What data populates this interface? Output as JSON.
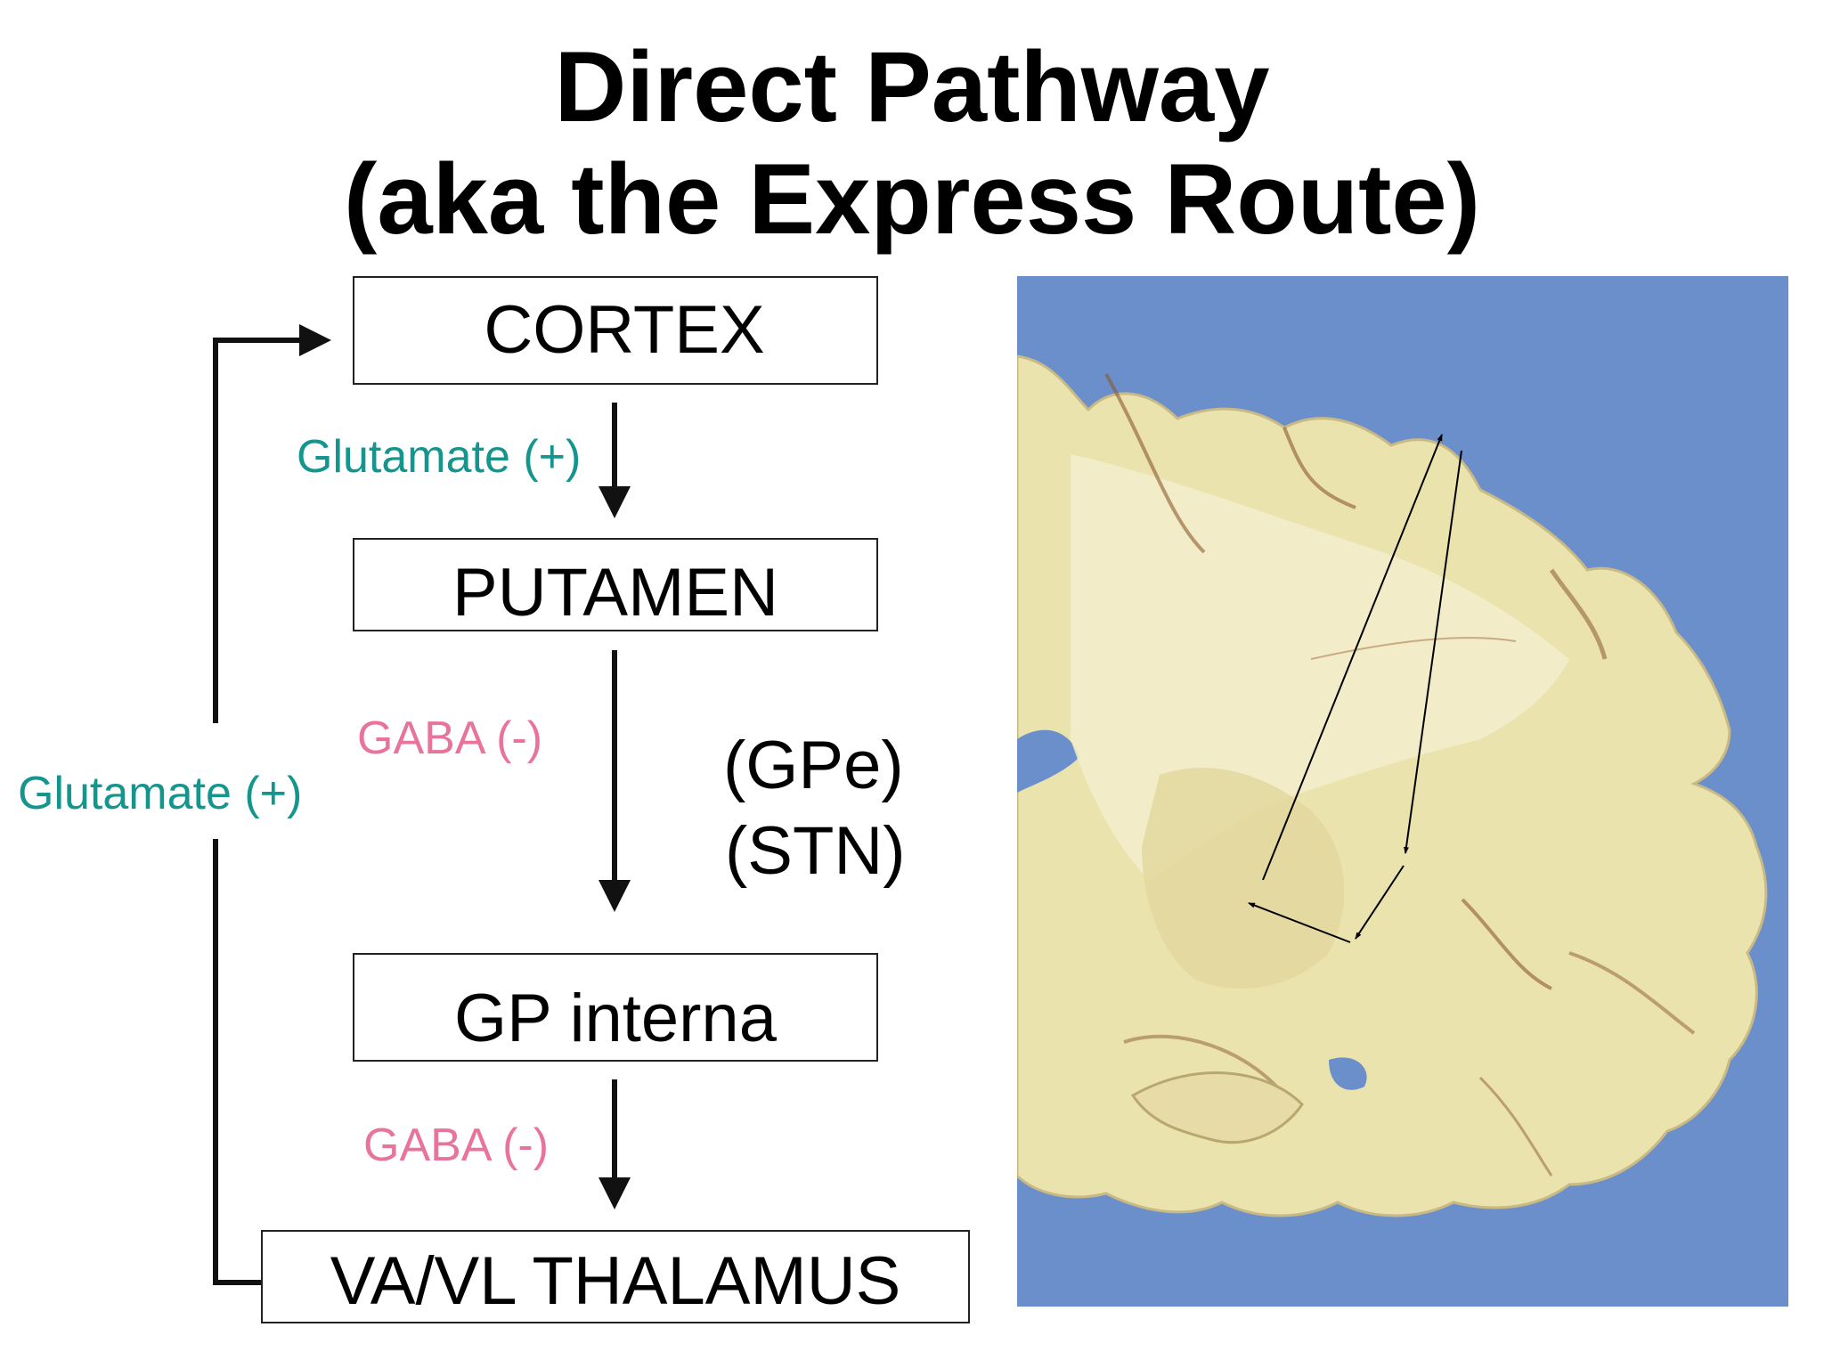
{
  "title": {
    "line1": "Direct Pathway",
    "line2": "(aka the Express Route)"
  },
  "boxes": {
    "cortex": "CORTEX",
    "putamen": "PUTAMEN",
    "gp_interna": "GP interna",
    "thalamus": "VA/VL THALAMUS"
  },
  "labels": {
    "glutamate_cortex_putamen": "Glutamate (+)",
    "gaba_putamen_gpi": "GABA (-)",
    "glutamate_thalamus_cortex": "Glutamate (+)",
    "gaba_gpi_thalamus": "GABA (-)",
    "gpe": "(GPe)",
    "stn": "(STN)"
  },
  "colors": {
    "glutamate": "#14958e",
    "gaba": "#e8739b",
    "photo_background": "#6a8fca",
    "tissue": "#ebe3ad"
  }
}
